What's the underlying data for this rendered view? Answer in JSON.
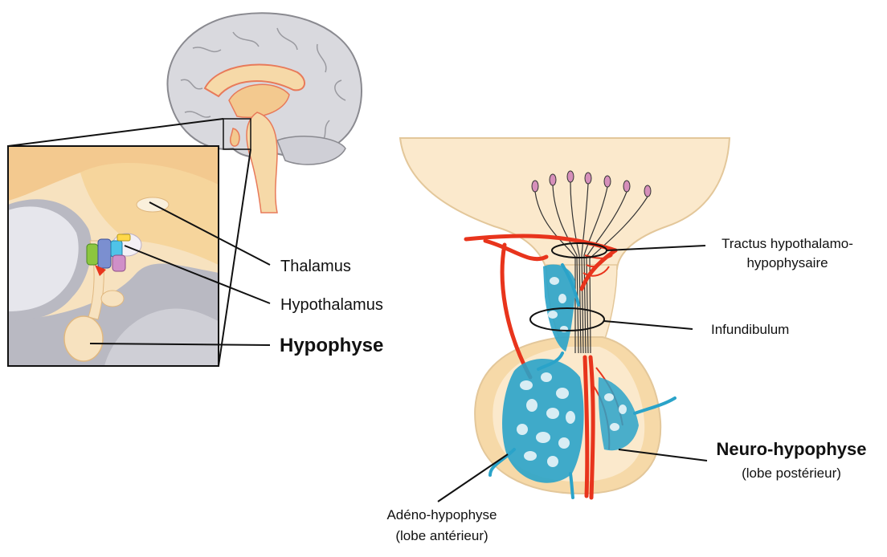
{
  "labels": {
    "thalamus": "Thalamus",
    "hypothalamus": "Hypothalamus",
    "hypophyse": "Hypophyse",
    "tractus_line1": "Tractus hypothalamo-",
    "tractus_line2": "hypophysaire",
    "infundibulum": "Infundibulum",
    "neuro_title": "Neuro-hypophyse",
    "neuro_sub": "(lobe postérieur)",
    "adeno_title": "Adéno-hypophyse",
    "adeno_sub": "(lobe antérieur)"
  },
  "colors": {
    "brain_gray": "#d9d9de",
    "brain_outline": "#8a8a90",
    "tissue_peach": "#f6d9a8",
    "tissue_light": "#fbe9cc",
    "artery_red": "#e8341c",
    "capillary_blue": "#2aa3c9",
    "neuron_pink": "#c77aa8"
  }
}
